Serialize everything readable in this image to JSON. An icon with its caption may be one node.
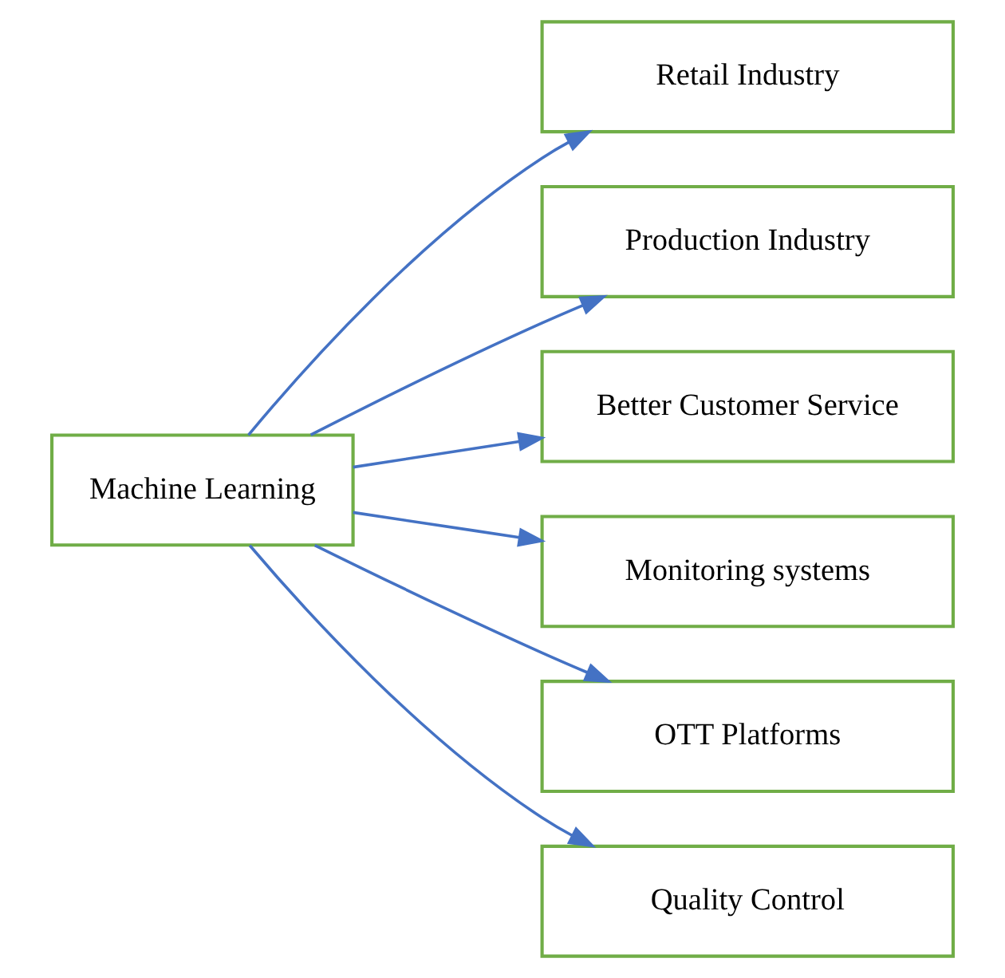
{
  "diagram": {
    "nodes": [
      {
        "text": [
          "Machine Learning"
        ]
      },
      {
        "text": [
          "Retail Industry"
        ]
      },
      {
        "text": [
          "Production Industry"
        ]
      },
      {
        "text": [
          "Better Customer Service"
        ]
      },
      {
        "text": [
          "Monitoring systems"
        ]
      },
      {
        "text": [
          "OTT Platforms"
        ]
      },
      {
        "text": [
          "Quality Control"
        ]
      }
    ],
    "edges": [
      {
        "from": 0,
        "to": 1,
        "arrow": "to"
      },
      {
        "from": 0,
        "to": 2,
        "arrow": "to"
      },
      {
        "from": 0,
        "to": 3,
        "arrow": "to"
      },
      {
        "from": 0,
        "to": 4,
        "arrow": "to"
      },
      {
        "from": 0,
        "to": 5,
        "arrow": "to"
      },
      {
        "from": 0,
        "to": 6,
        "arrow": "to"
      }
    ]
  }
}
